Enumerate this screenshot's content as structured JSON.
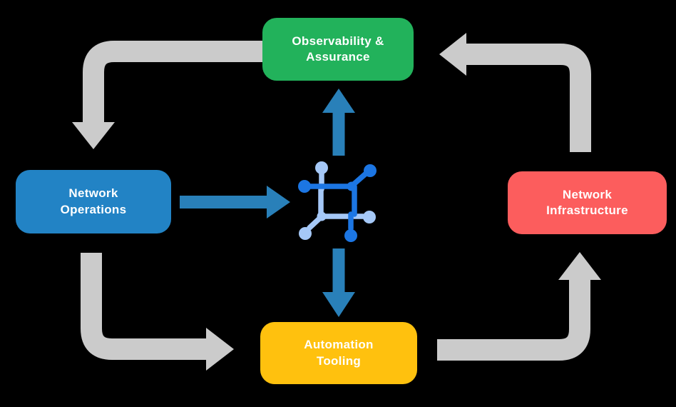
{
  "colors": {
    "background": "#000000",
    "observability_green": "#22B25B",
    "operations_blue": "#2283C5",
    "infrastructure_red": "#FC5D5D",
    "tooling_yellow": "#FFC10E",
    "cycle_arrow_gray": "#CBCBCB",
    "flow_arrow_blue": "#2980B9",
    "icon_dark_blue": "#1C76E3",
    "icon_light_blue": "#A5C8F7",
    "label_text": "#FFFFFF"
  },
  "nodes": {
    "observability": {
      "label": "Observability &\nAssurance",
      "color": "#22B25B"
    },
    "operations": {
      "label": "Network\nOperations",
      "color": "#2283C5"
    },
    "infrastructure": {
      "label": "Network\nInfrastructure",
      "color": "#FC5D5D"
    },
    "tooling": {
      "label": "Automation\nTooling",
      "color": "#FFC10E"
    }
  },
  "icon": {
    "name": "network-nodes-icon"
  }
}
